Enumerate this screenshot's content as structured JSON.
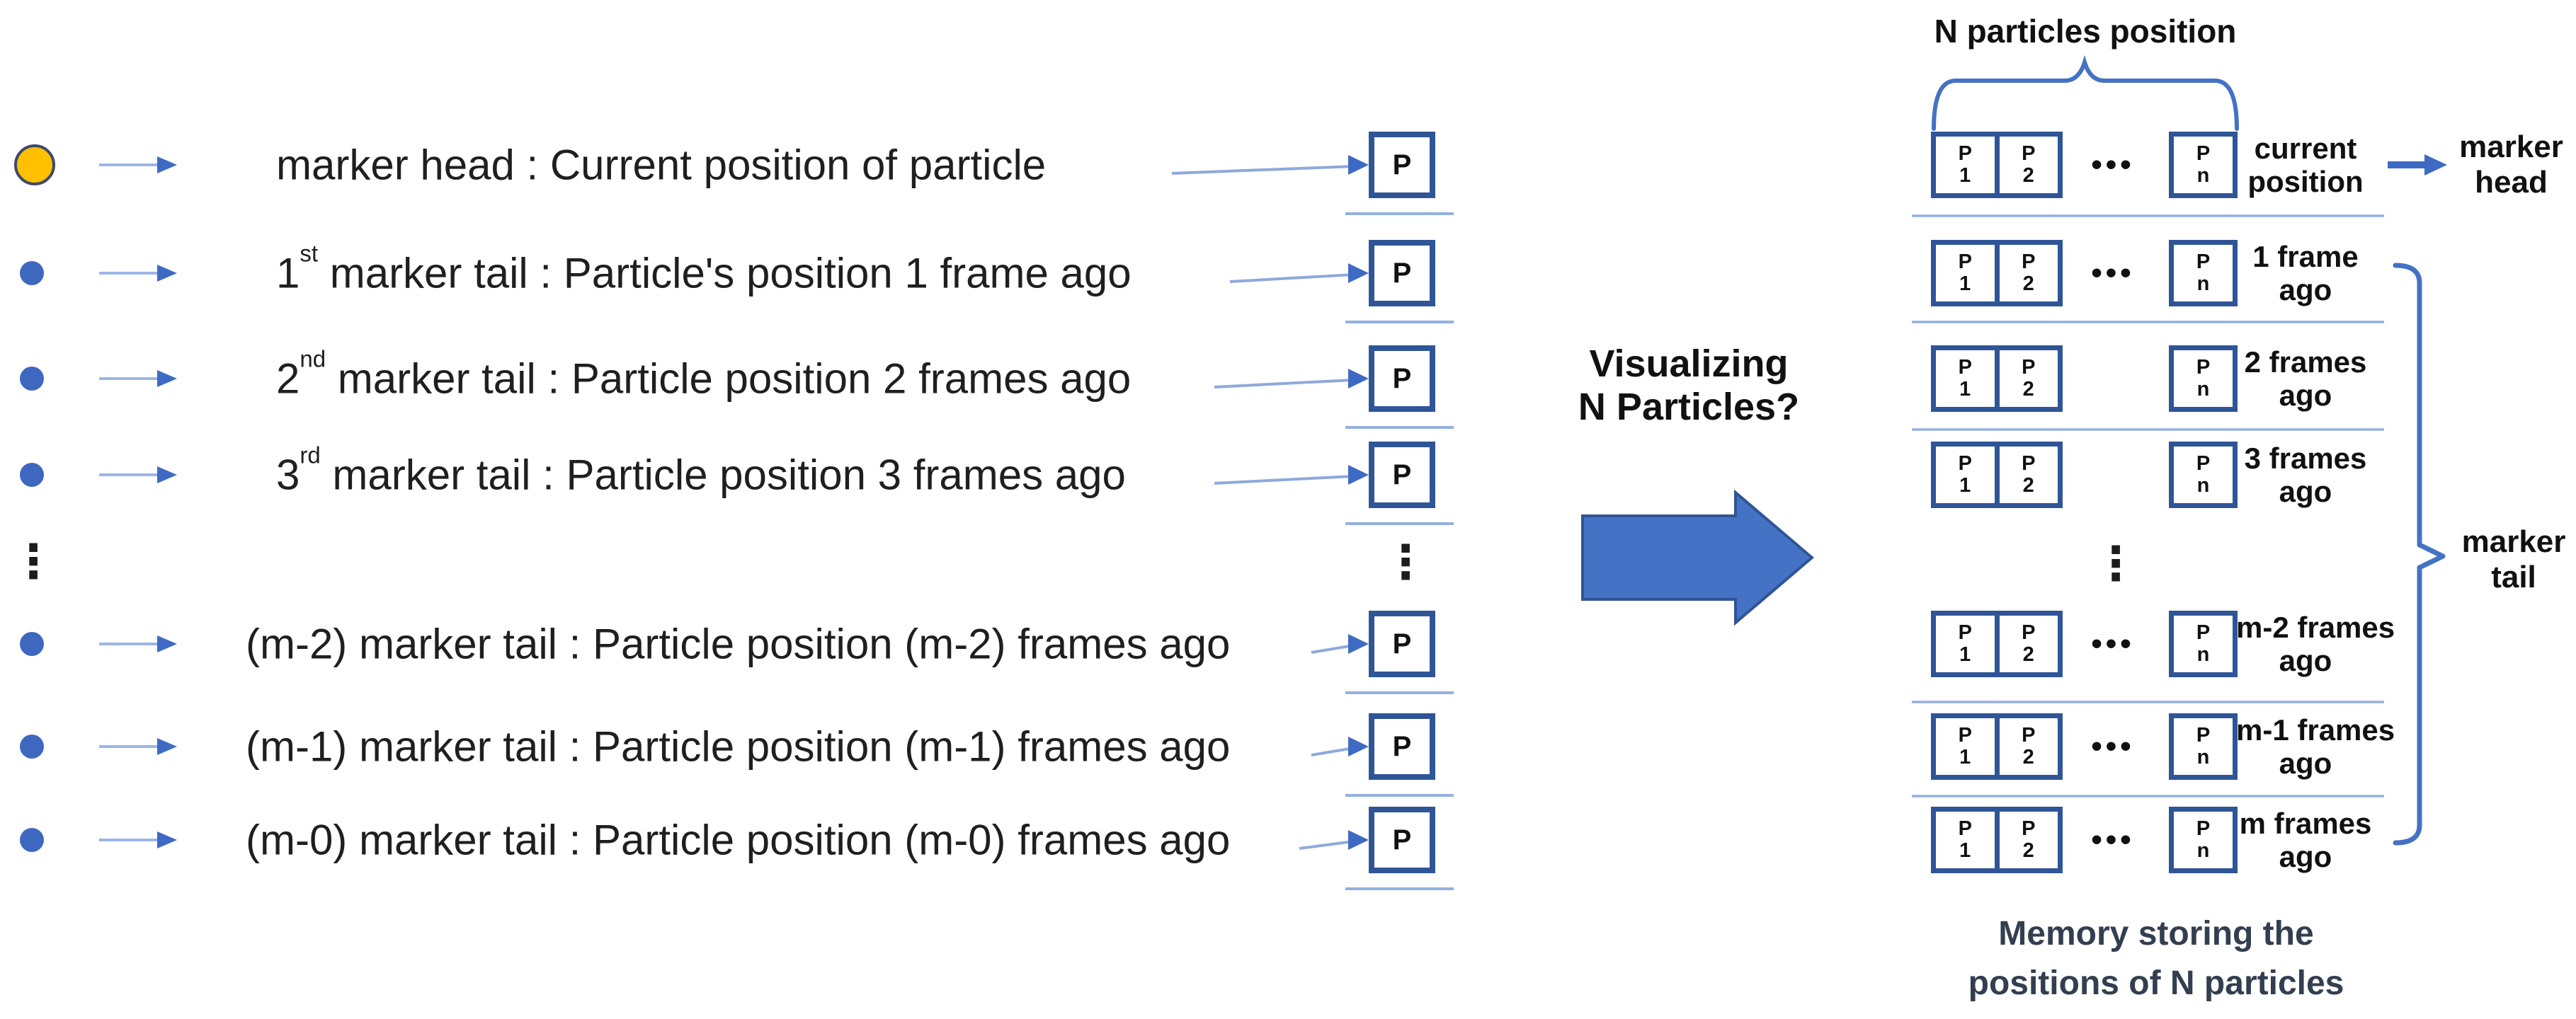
{
  "palette": {
    "accent_blue": "#4472C4",
    "box_border_navy": "#2F5597",
    "light_rule_blue": "#93B1DE",
    "bullet_blue": "#3E68C0",
    "marker_head_orange": "#FFC000",
    "caption_navy": "#333F50",
    "text_black": "#1F1F1F"
  },
  "left": {
    "rows": [
      {
        "num": "",
        "ord": "",
        "text": "marker head : Current position of particle",
        "box_label": "P"
      },
      {
        "num": "1",
        "ord": "st",
        "text": " marker tail : Particle's position 1 frame ago",
        "box_label": "P"
      },
      {
        "num": "2",
        "ord": "nd",
        "text": " marker tail : Particle position 2 frames ago",
        "box_label": "P"
      },
      {
        "num": "3",
        "ord": "rd",
        "text": " marker tail : Particle position 3 frames ago",
        "box_label": "P"
      },
      {
        "num": "",
        "ord": "",
        "text": "(m-2) marker tail : Particle position (m-2) frames ago",
        "box_label": "P"
      },
      {
        "num": "",
        "ord": "",
        "text": "(m-1) marker tail : Particle position (m-1) frames ago",
        "box_label": "P"
      },
      {
        "num": "",
        "ord": "",
        "text": "(m-0) marker tail : Particle position (m-0) frames ago",
        "box_label": "P"
      }
    ],
    "bullet_ellipsis": "⋮",
    "box_ellipsis": "⋮"
  },
  "middle": {
    "question_line1": "Visualizing",
    "question_line2": "N Particles?"
  },
  "right": {
    "brace_label": "N particles position",
    "rows": [
      {
        "p1_top": "P",
        "p1_bot": "1",
        "p2_top": "P",
        "p2_bot": "2",
        "dots": "•••",
        "pn_top": "P",
        "pn_bot": "n",
        "label_line1": "current",
        "label_line2": "position"
      },
      {
        "p1_top": "P",
        "p1_bot": "1",
        "p2_top": "P",
        "p2_bot": "2",
        "dots": "•••",
        "pn_top": "P",
        "pn_bot": "n",
        "label_line1": "1 frame",
        "label_line2": "ago"
      },
      {
        "p1_top": "P",
        "p1_bot": "1",
        "p2_top": "P",
        "p2_bot": "2",
        "dots": "",
        "pn_top": "P",
        "pn_bot": "n",
        "label_line1": "2 frames",
        "label_line2": "ago"
      },
      {
        "p1_top": "P",
        "p1_bot": "1",
        "p2_top": "P",
        "p2_bot": "2",
        "dots": "",
        "pn_top": "P",
        "pn_bot": "n",
        "label_line1": "3 frames",
        "label_line2": "ago"
      },
      {
        "p1_top": "P",
        "p1_bot": "1",
        "p2_top": "P",
        "p2_bot": "2",
        "dots": "•••",
        "pn_top": "P",
        "pn_bot": "n",
        "label_line1": "m-2 frames",
        "label_line2": "ago"
      },
      {
        "p1_top": "P",
        "p1_bot": "1",
        "p2_top": "P",
        "p2_bot": "2",
        "dots": "•••",
        "pn_top": "P",
        "pn_bot": "n",
        "label_line1": "m-1 frames",
        "label_line2": "ago"
      },
      {
        "p1_top": "P",
        "p1_bot": "1",
        "p2_top": "P",
        "p2_bot": "2",
        "dots": "•••",
        "pn_top": "P",
        "pn_bot": "n",
        "label_line1": "m frames",
        "label_line2": "ago"
      }
    ],
    "column_ellipsis": "⋮",
    "head_arrow_label_line1": "marker",
    "head_arrow_label_line2": "head",
    "tail_brace_label_line1": "marker",
    "tail_brace_label_line2": "tail",
    "caption_line1": "Memory storing the",
    "caption_line2": "positions of N particles"
  }
}
